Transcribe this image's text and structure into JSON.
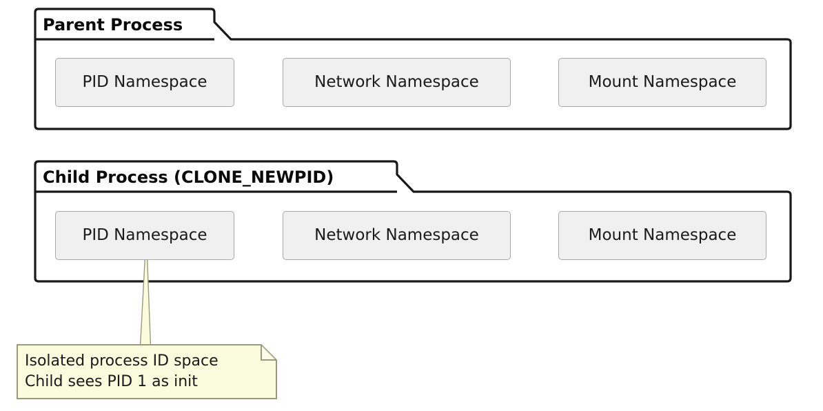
{
  "diagram": {
    "type": "component-diagram",
    "background_color": "#FFFFFF",
    "frame_border_color": "#181818",
    "box_fill_color": "#F0F0F0",
    "box_border_color": "#A8A8A8",
    "note_fill_color": "#FBFBDD",
    "note_border_color": "#9A9A7A",
    "connector_fill_color": "#FBFBDD"
  },
  "frames": [
    {
      "id": "parent-process",
      "title": "Parent Process",
      "components": [
        {
          "id": "parent-pid-namespace",
          "label": "PID Namespace"
        },
        {
          "id": "parent-network-namespace",
          "label": "Network Namespace"
        },
        {
          "id": "parent-mount-namespace",
          "label": "Mount Namespace"
        }
      ]
    },
    {
      "id": "child-process",
      "title": "Child Process (CLONE_NEWPID)",
      "components": [
        {
          "id": "child-pid-namespace",
          "label": "PID Namespace"
        },
        {
          "id": "child-network-namespace",
          "label": "Network Namespace"
        },
        {
          "id": "child-mount-namespace",
          "label": "Mount Namespace"
        }
      ]
    }
  ],
  "note": {
    "id": "pid-namespace-note",
    "attached_to": "child-pid-namespace",
    "lines": [
      "Isolated process ID space",
      "Child sees PID 1 as init"
    ],
    "line1": "Isolated process ID space",
    "line2": "Child sees PID 1 as init"
  }
}
